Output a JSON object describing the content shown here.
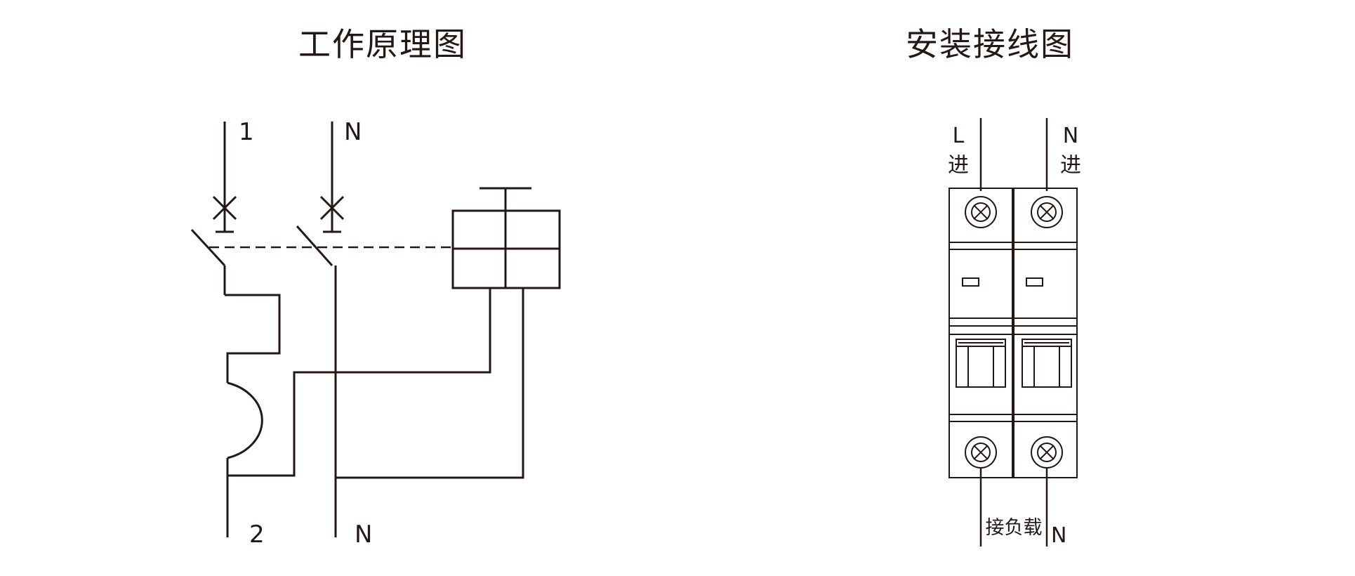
{
  "left_diagram": {
    "title": "工作原理图",
    "labels": {
      "top_line": "1",
      "top_neutral": "N",
      "bottom_line": "2",
      "bottom_neutral": "N"
    }
  },
  "right_diagram": {
    "title": "安装接线图",
    "labels": {
      "line_in_top": "L",
      "line_in_bottom": "进",
      "neutral_in_top": "N",
      "neutral_in_bottom": "进",
      "load": "接负载",
      "neutral_out": "N"
    }
  },
  "colors": {
    "stroke": "#231815",
    "background": "#ffffff"
  }
}
